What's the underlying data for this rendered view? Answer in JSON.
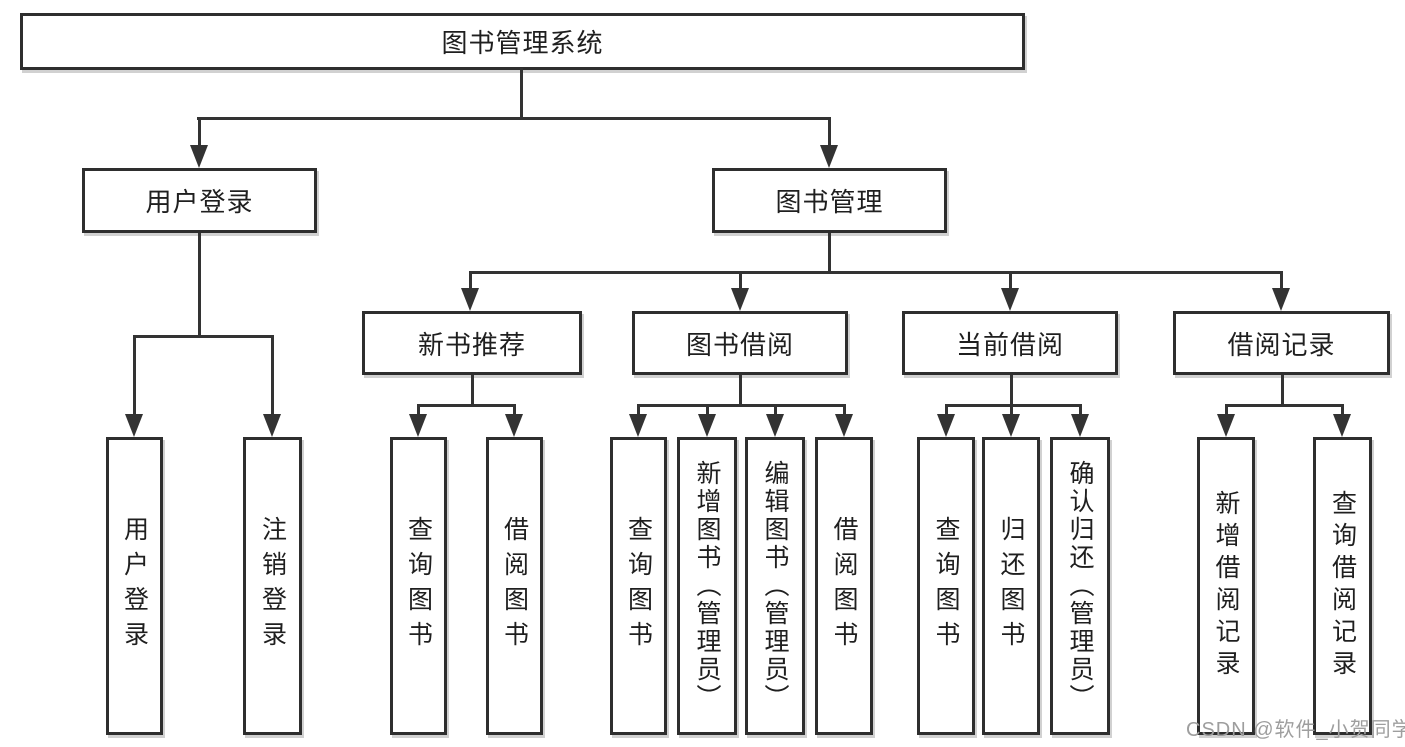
{
  "tree": {
    "root": {
      "label": "图书管理系统"
    },
    "branches": [
      {
        "label": "用户登录",
        "children": [
          {
            "label": "用户登录"
          },
          {
            "label": "注销登录"
          }
        ]
      },
      {
        "label": "图书管理",
        "children": [
          {
            "label": "新书推荐",
            "children": [
              {
                "label": "查询图书"
              },
              {
                "label": "借阅图书"
              }
            ]
          },
          {
            "label": "图书借阅",
            "children": [
              {
                "label": "查询图书"
              },
              {
                "label": "新增图书（管理员）"
              },
              {
                "label": "编辑图书（管理员）"
              },
              {
                "label": "借阅图书"
              }
            ]
          },
          {
            "label": "当前借阅",
            "children": [
              {
                "label": "查询图书"
              },
              {
                "label": "归还图书"
              },
              {
                "label": "确认归还（管理员）"
              }
            ]
          },
          {
            "label": "借阅记录",
            "children": [
              {
                "label": "新增借阅记录"
              },
              {
                "label": "查询借阅记录"
              }
            ]
          }
        ]
      }
    ]
  },
  "colors": {
    "line": "#333333",
    "box_border": "#2e2e2e",
    "text": "#1f1f1f",
    "watermark": "#9e9e9e",
    "background": "#ffffff"
  },
  "watermark": {
    "text": "CSDN @软件_小贺同学"
  }
}
